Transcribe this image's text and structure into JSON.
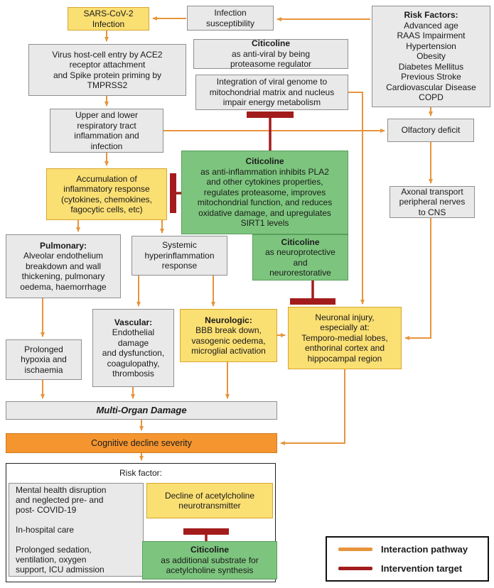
{
  "boxes": {
    "sars": {
      "text": "SARS-CoV-2\nInfection"
    },
    "infection_susceptibility": {
      "text": "Infection\nsusceptibility"
    },
    "risk_factors": {
      "title": "Risk Factors:",
      "body": "Advanced age\nRAAS Impairment\nHypertension\nObesity\nDiabetes Mellitus\nPrevious Stroke\nCardiovascular Disease\nCOPD"
    },
    "virus_entry": {
      "text": "Virus host-cell entry by ACE2\nreceptor attachment\nand Spike protein priming by\nTMPRSS2"
    },
    "citicoline_antiviral": {
      "title": "Citicoline",
      "body": "as anti-viral by being\nproteasome regulator"
    },
    "viral_genome": {
      "text": "Integration of viral genome to\nmitochondrial matrix and nucleus\nimpair energy metabolism"
    },
    "respiratory": {
      "text": "Upper and lower\nrespiratory tract\ninflammation and\ninfection"
    },
    "olfactory": {
      "text": "Olfactory deficit"
    },
    "accumulation": {
      "text": "Accumulation of\ninflammatory response\n(cytokines, chemokines,\nfagocytic cells, etc)"
    },
    "citicoline_antiinflammatory": {
      "title": "Citicoline",
      "body": "as anti-inflammation inhibits PLA2\nand other cytokines properties,\nregulates proteasome, improves\nmitochondrial function, and reduces\noxidative damage, and upregulates\nSIRT1 levels"
    },
    "axonal_transport": {
      "text": "Axonal transport\nperipheral nerves\nto CNS"
    },
    "pulmonary": {
      "title": "Pulmonary:",
      "body": "Alveolar endothelium\nbreakdown and wall\nthickening, pulmonary\noedema, haemorrhage"
    },
    "systemic": {
      "text": "Systemic\nhyperinflammation\nresponse"
    },
    "citicoline_neuroprotective": {
      "title": "Citicoline",
      "body": "as neuroprotective\nand\nneurorestorative"
    },
    "vascular": {
      "title": "Vascular:",
      "body": "Endothelial\ndamage\nand dysfunction,\ncoagulopathy,\nthrombosis"
    },
    "neurologic": {
      "title": "Neurologic:",
      "body": "BBB break down,\nvasogenic oedema,\nmicroglial activation"
    },
    "neuronal_injury": {
      "text": "Neuronal injury,\nespecially at:\nTemporo-medial lobes,\nenthorinal cortex and\nhippocampal region"
    },
    "hypoxia": {
      "text": "Prolonged\nhypoxia and\nischaemia"
    },
    "multi_organ": {
      "text": "Multi-Organ Damage"
    },
    "cognitive_decline": {
      "text": "Cognitive decline severity"
    },
    "risk_factor_label": {
      "text": "Risk factor:"
    },
    "mental_health": {
      "text": "Mental health disruption\nand neglected pre- and\npost- COVID-19\n\nIn-hospital care\n\nProlonged sedation,\nventilation, oxygen\nsupport, ICU admission"
    },
    "acetylcholine_decline": {
      "text": "Decline of acetylcholine\nneurotransmitter"
    },
    "citicoline_substrate": {
      "title": "Citicoline",
      "body": "as additional substrate for\nacetylcholine synthesis"
    }
  },
  "legend": {
    "interaction_pathway": "Interaction pathway",
    "intervention_target": "Intervention target"
  },
  "colors": {
    "pathway_orange": "#E8943C",
    "target_red": "#A21C1C",
    "box_yellow": "#FADF73",
    "box_green": "#7DC57E",
    "box_gray": "#E9E9E9",
    "box_orange": "#F5952F"
  }
}
